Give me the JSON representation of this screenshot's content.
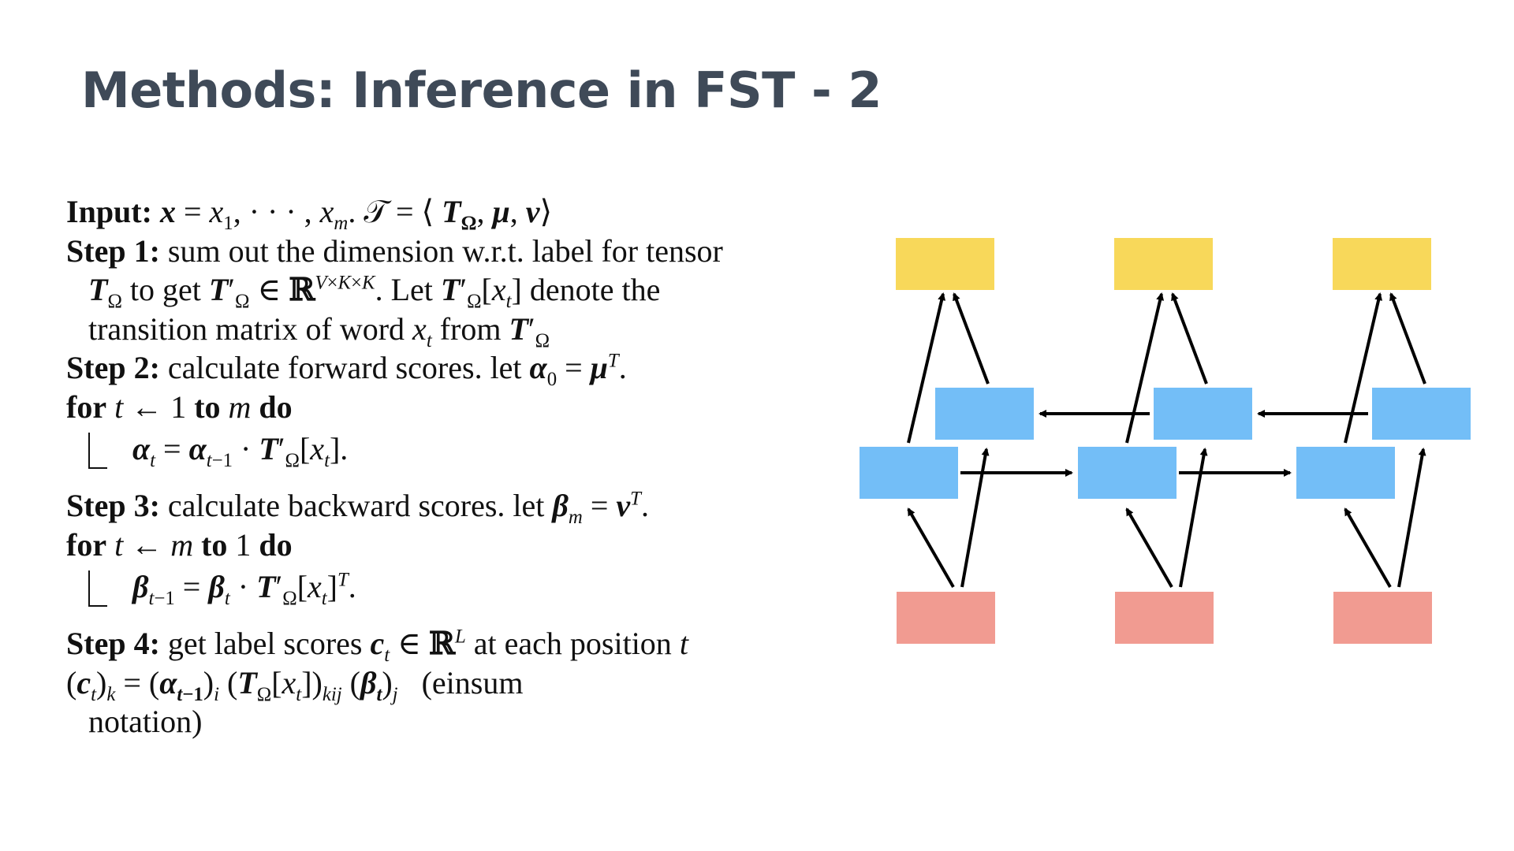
{
  "slide": {
    "title": "Methods: Inference in FST - 2"
  },
  "algorithm": {
    "input_label": "Input:",
    "step1_label": "Step 1:",
    "step1_text": " sum out the dimension w.r.t. label for tensor",
    "step1_to_get": " to get ",
    "step1_let": ". Let ",
    "step1_denote": " denote the",
    "step1_line3": "transition matrix of word ",
    "step1_from": " from ",
    "step2_label": "Step 2:",
    "step2_text": " calculate forward scores. let ",
    "for_kw": "for",
    "to_kw": "to",
    "do_kw": "do",
    "step3_label": "Step 3:",
    "step3_text": " calculate backward scores. let ",
    "step4_label": "Step 4:",
    "step4_text": " get label scores ",
    "step4_at": " at each position ",
    "einsum_text": "(einsum",
    "notation_text": "notation)"
  },
  "diagram": {
    "colors": {
      "output": "#f8d85a",
      "hidden": "#73bef7",
      "input": "#f19b91",
      "arrow": "#000000"
    },
    "columns": 3
  }
}
